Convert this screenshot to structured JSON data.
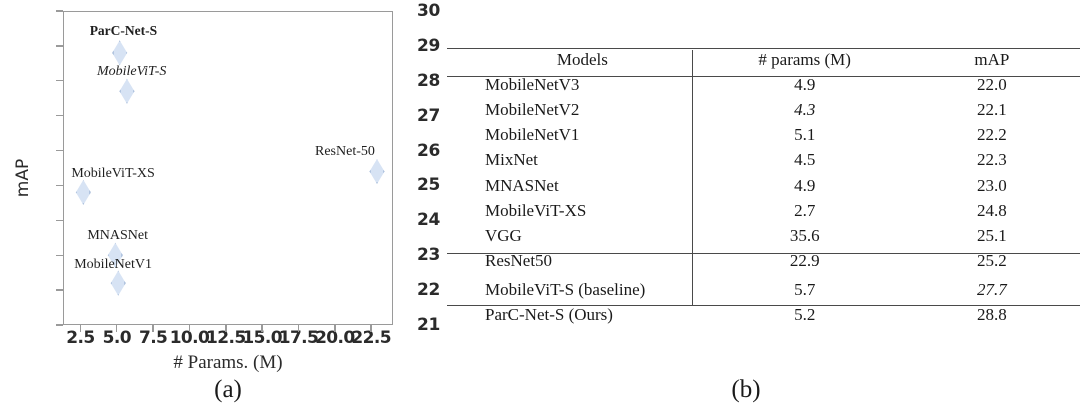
{
  "figure": {
    "panel_a_caption": "(a)",
    "panel_b_caption": "(b)"
  },
  "chart_data": {
    "type": "scatter",
    "title": "",
    "xlabel": "# Params. (M)",
    "ylabel": "mAP",
    "xlim": [
      1.3,
      24.0
    ],
    "ylim": [
      21,
      30
    ],
    "grid": false,
    "legend": "none",
    "xticks": [
      "2.5",
      "5.0",
      "7.5",
      "10.0",
      "12.5",
      "15.0",
      "17.5",
      "20.0",
      "22.5"
    ],
    "xtick_values": [
      2.5,
      5.0,
      7.5,
      10.0,
      12.5,
      15.0,
      17.5,
      20.0,
      22.5
    ],
    "yticks": [
      "21",
      "22",
      "23",
      "24",
      "25",
      "26",
      "27",
      "28",
      "29",
      "30"
    ],
    "ytick_values": [
      21,
      22,
      23,
      24,
      25,
      26,
      27,
      28,
      29,
      30
    ],
    "marker": "diamond",
    "marker_fill": "#d7e3f4",
    "marker_edge": "#8ba6cb",
    "points": [
      {
        "label": "ParC-Net-S",
        "x": 5.2,
        "y": 28.8,
        "label_style": "bold",
        "label_dx": -30,
        "label_dy": -30
      },
      {
        "label": "MobileViT-S",
        "x": 5.7,
        "y": 27.7,
        "label_style": "italic",
        "label_dx": -30,
        "label_dy": -27
      },
      {
        "label": "ResNet-50",
        "x": 22.9,
        "y": 25.4,
        "label_style": "normal",
        "label_dx": -62,
        "label_dy": -27
      },
      {
        "label": "MobileViT-XS",
        "x": 2.7,
        "y": 24.8,
        "label_style": "normal",
        "label_dx": -12,
        "label_dy": -26
      },
      {
        "label": "MNASNet",
        "x": 4.9,
        "y": 23.0,
        "label_style": "normal",
        "label_dx": -28,
        "label_dy": -27
      },
      {
        "label": "MobileNetV1",
        "x": 5.1,
        "y": 22.2,
        "label_style": "normal",
        "label_dx": -44,
        "label_dy": -26
      }
    ]
  },
  "table": {
    "columns": [
      "Models",
      "# params (M)",
      "mAP"
    ],
    "rows": [
      {
        "model": "MobileNetV3",
        "params": "4.9",
        "params_style": "normal",
        "map": "22.0",
        "map_style": "normal"
      },
      {
        "model": "MobileNetV2",
        "params": "4.3",
        "params_style": "italic",
        "map": "22.1",
        "map_style": "normal"
      },
      {
        "model": "MobileNetV1",
        "params": "5.1",
        "params_style": "normal",
        "map": "22.2",
        "map_style": "normal"
      },
      {
        "model": "MixNet",
        "params": "4.5",
        "params_style": "normal",
        "map": "22.3",
        "map_style": "normal"
      },
      {
        "model": "MNASNet",
        "params": "4.9",
        "params_style": "normal",
        "map": "23.0",
        "map_style": "normal"
      },
      {
        "model": "MobileViT-XS",
        "params": "2.7",
        "params_style": "bold",
        "map": "24.8",
        "map_style": "normal"
      },
      {
        "model": "VGG",
        "params": "35.6",
        "params_style": "normal",
        "map": "25.1",
        "map_style": "normal"
      },
      {
        "model": "ResNet50",
        "params": "22.9",
        "params_style": "normal",
        "map": "25.2",
        "map_style": "normal"
      },
      {
        "model": "MobileViT-S (baseline)",
        "params": "5.7",
        "params_style": "normal",
        "map": "27.7",
        "map_style": "italic"
      },
      {
        "model": "ParC-Net-S (Ours)",
        "params": "5.2",
        "params_style": "normal",
        "map": "28.8",
        "map_style": "bold"
      }
    ],
    "group_break_after_row_index": 7
  }
}
